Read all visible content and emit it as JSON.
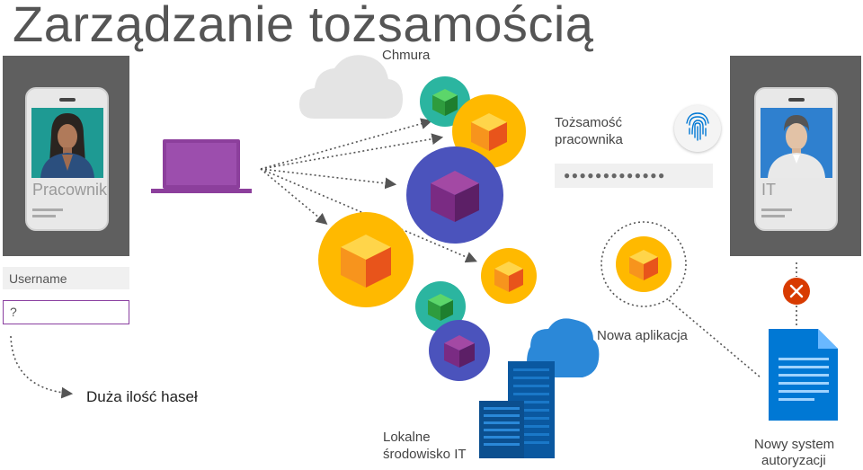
{
  "title": "Zarządzanie tożsamością",
  "left_phone": {
    "role": "Pracownik"
  },
  "right_phone": {
    "role": "IT"
  },
  "login": {
    "username_label": "Username",
    "password_value": "?"
  },
  "many_passwords_label": "Duża ilość haseł",
  "cloud_label": "Chmura",
  "identity_label_line1": "Tożsamość",
  "identity_label_line2": "pracownika",
  "password_mask": "●●●●●●●●●●●●●",
  "new_app_label": "Nowa aplikacja",
  "onprem_label_line1": "Lokalne",
  "onprem_label_line2": "środowisko IT",
  "auth_system_line1": "Nowy system",
  "auth_system_line2": "autoryzacji",
  "colors": {
    "orange": "#ffb900",
    "purple_circle": "#4b53bc",
    "teal": "#2bb5a0",
    "laptop": "#8c3f9c",
    "blue": "#0078d4",
    "reject": "#d83b01"
  }
}
